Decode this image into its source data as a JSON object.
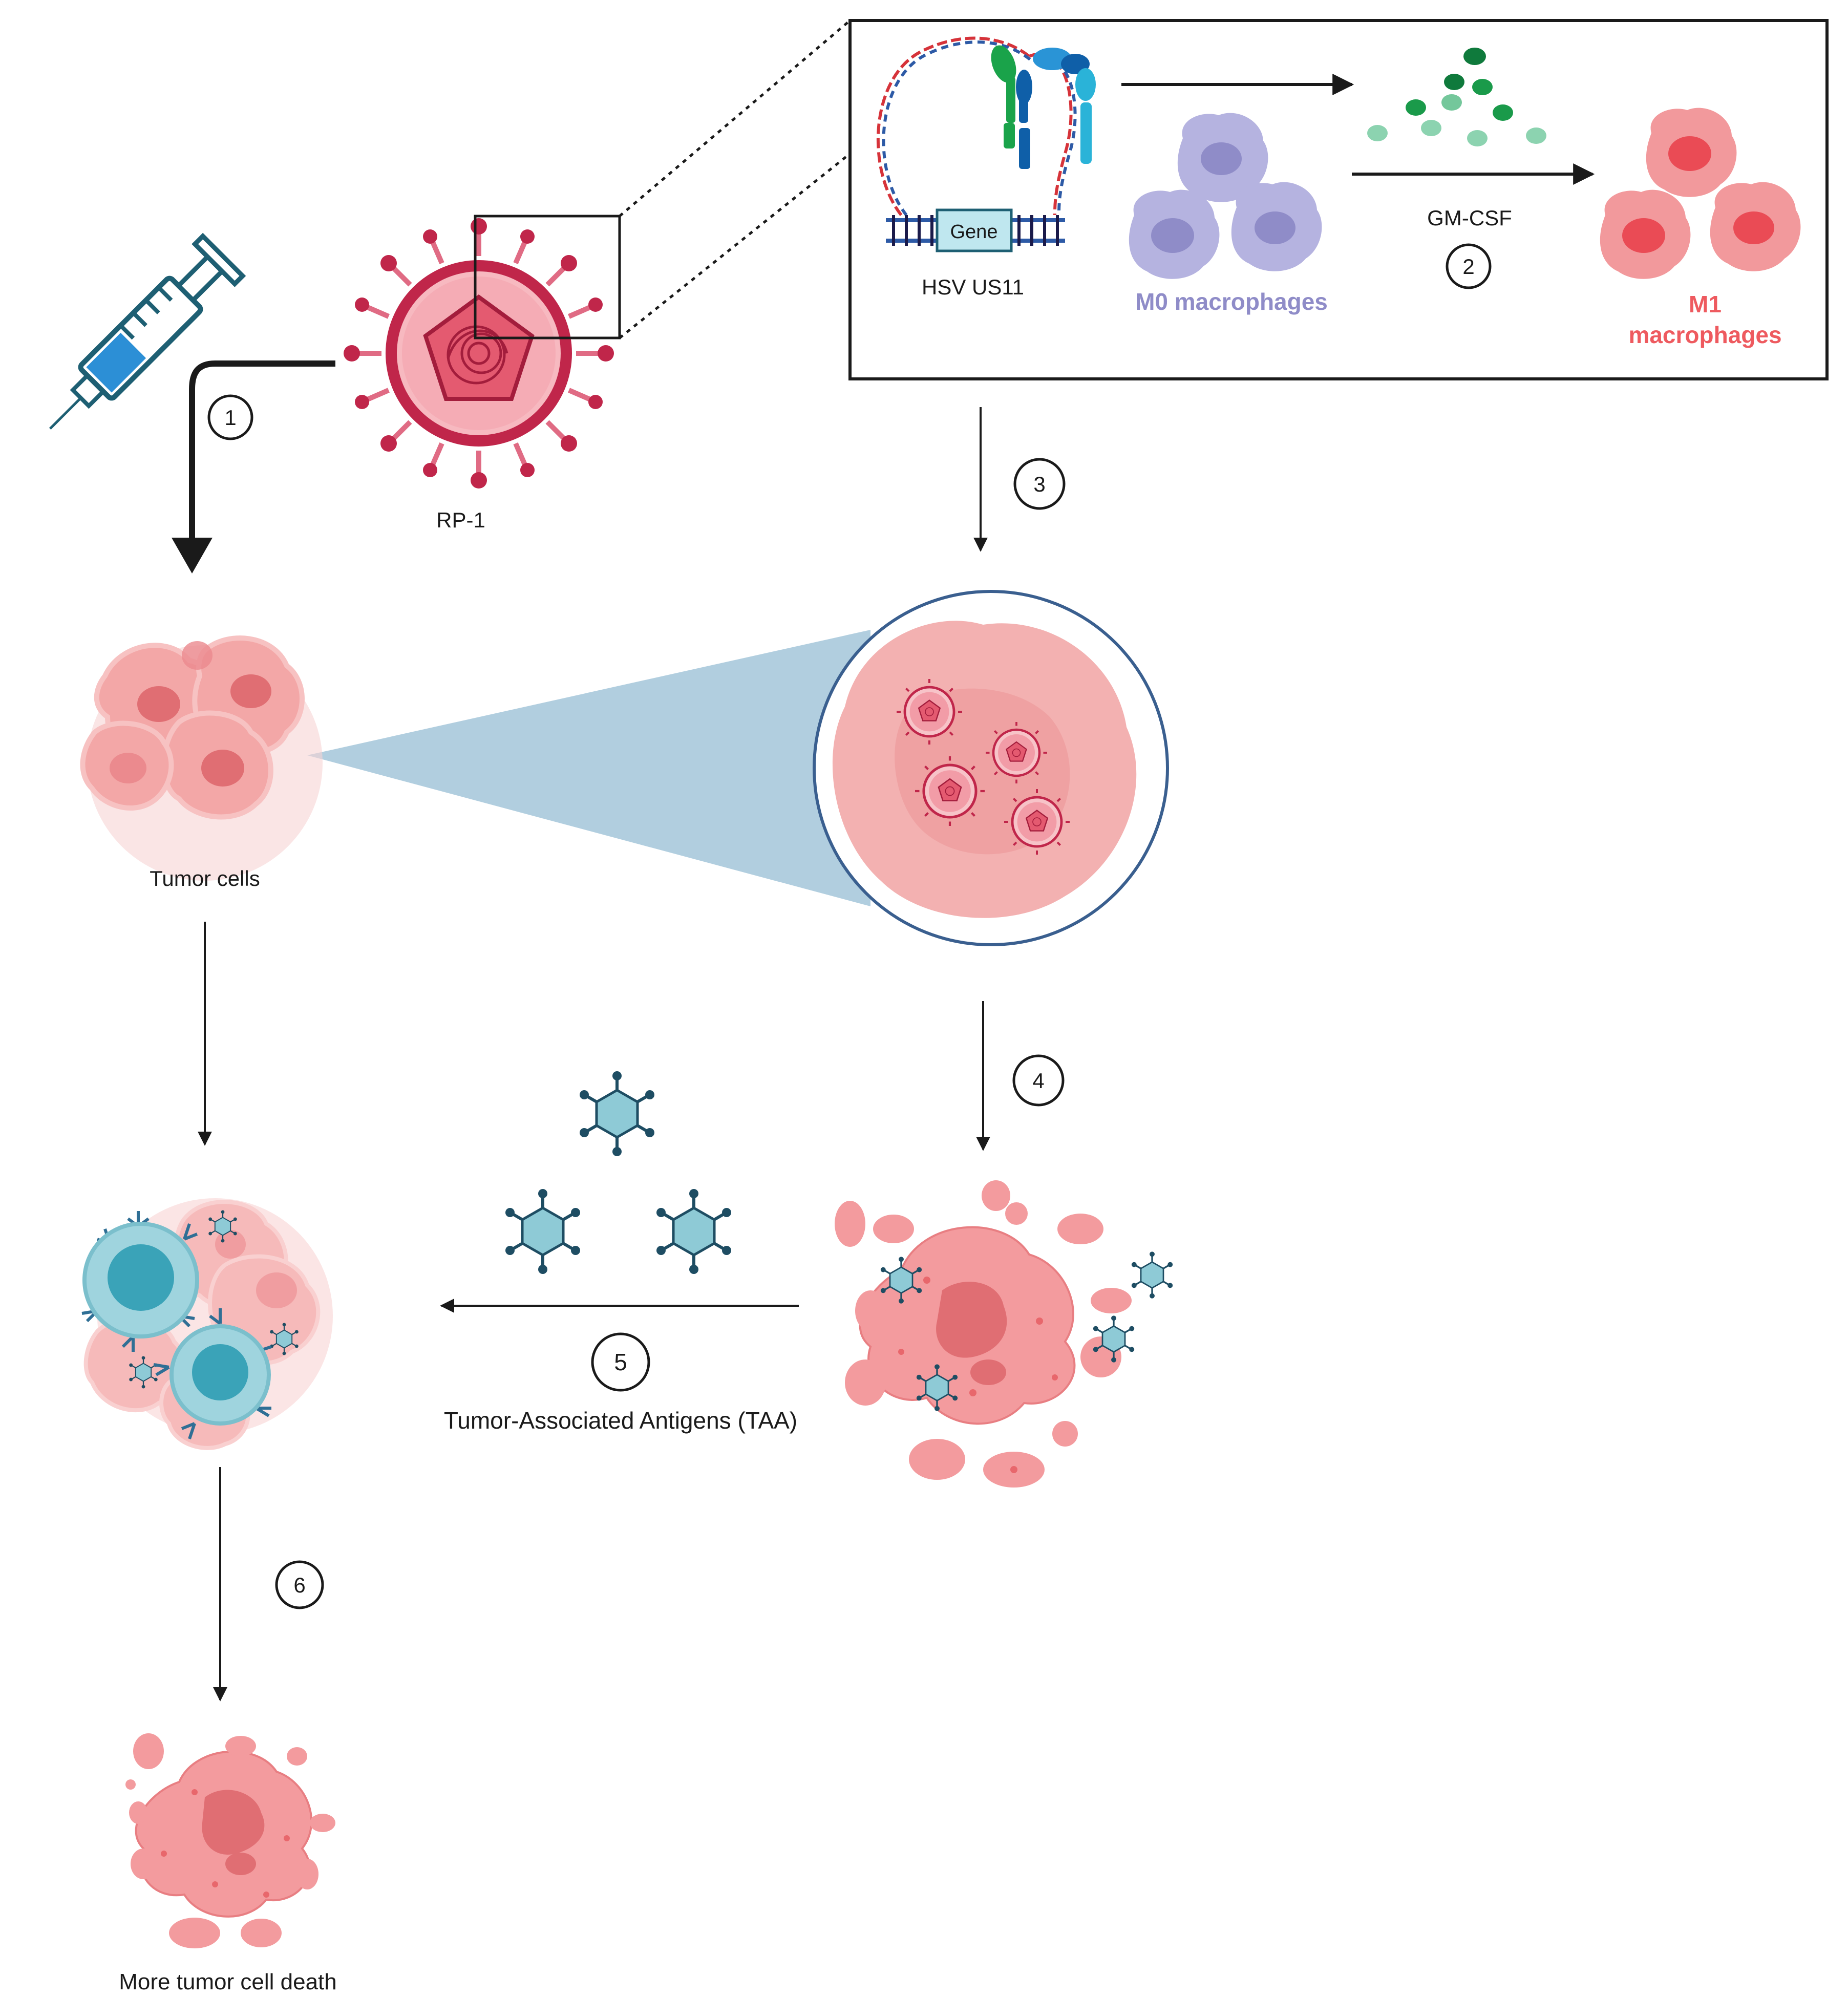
{
  "labels": {
    "gene": "Gene",
    "hsv": "HSV US11",
    "m0": "M0 macrophages",
    "gmcsf": "GM-CSF",
    "m1_line1": "M1",
    "m1_line2": "macrophages",
    "rp1": "RP-1",
    "tumor_cells": "Tumor cells",
    "taa": "Tumor-Associated Antigens (TAA)",
    "more_death": "More tumor cell death"
  },
  "steps": [
    "1",
    "2",
    "3",
    "4",
    "5",
    "6"
  ],
  "colors": {
    "m0": "#8f8cc8",
    "m1": "#ee5a5f",
    "virus": "#c0264a",
    "tumor": "#f2a3a6",
    "antigen": "#8ecad6",
    "zoom_cone": "#a9c9dc"
  },
  "icons": [
    "syringe-icon",
    "virus-icon",
    "dna-plasmid-icon",
    "receptor-icon",
    "macrophage-icon",
    "cytokine-icon",
    "antigen-icon",
    "t-cell-icon",
    "lysed-cell-icon"
  ]
}
